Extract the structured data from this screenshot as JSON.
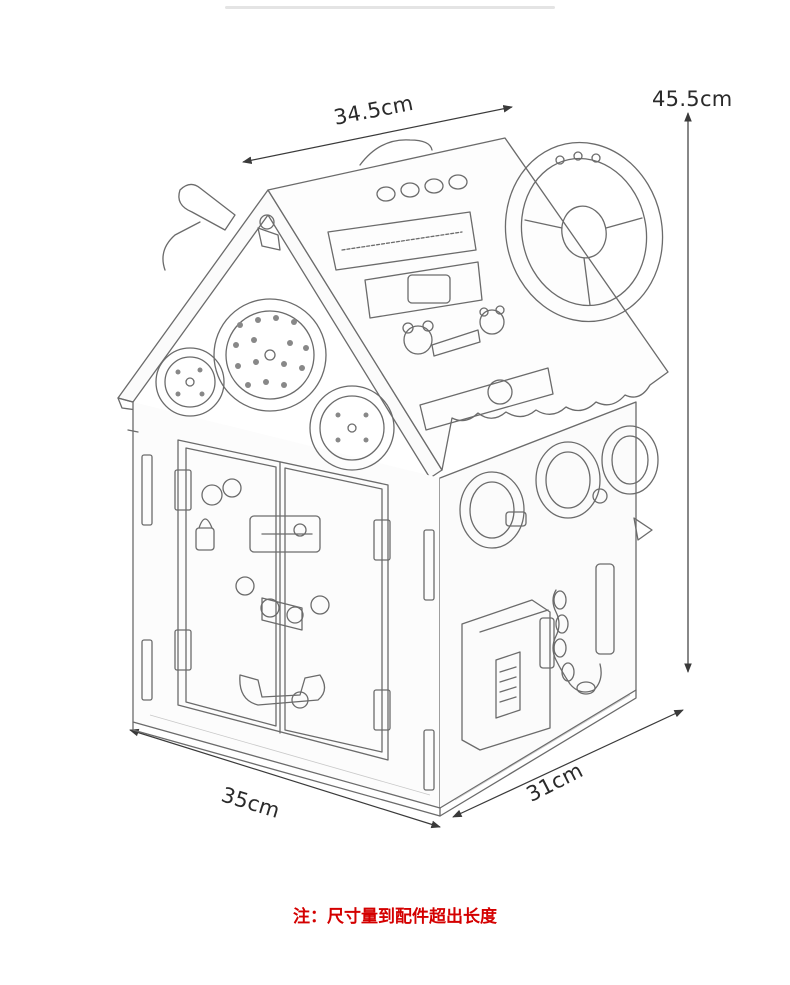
{
  "dimensions": {
    "width_top": "34.5cm",
    "height": "45.5cm",
    "width_front": "35cm",
    "depth_side": "31cm"
  },
  "note": "注：尺寸量到配件超出长度",
  "colors": {
    "note": "#d40000",
    "line": "#3a3a3a",
    "sketch": "#6b6b6b"
  }
}
